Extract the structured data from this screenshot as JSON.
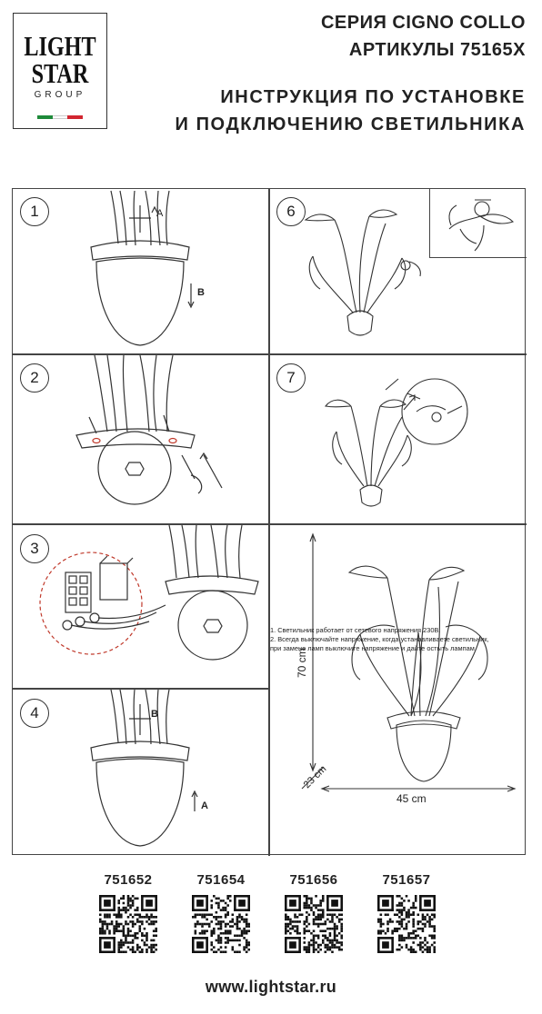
{
  "logo": {
    "line1": "LIGHT",
    "line2": "STAR",
    "group": "GROUP",
    "flag_colors": [
      "#1e8a3a",
      "#ffffff",
      "#d22630"
    ]
  },
  "header": {
    "series": "СЕРИЯ CIGNO COLLO",
    "articles": "АРТИКУЛЫ 75165X",
    "instruction_line1": "ИНСТРУКЦИЯ ПО УСТАНОВКЕ",
    "instruction_line2": "И ПОДКЛЮЧЕНИЮ СВЕТИЛЬНИКА"
  },
  "steps": [
    {
      "number": "1",
      "labels": [
        "A",
        "B"
      ]
    },
    {
      "number": "2",
      "labels": []
    },
    {
      "number": "3",
      "labels": []
    },
    {
      "number": "4",
      "labels": [
        "B",
        "A"
      ]
    },
    {
      "number": "6",
      "labels": []
    },
    {
      "number": "7",
      "labels": []
    }
  ],
  "dimensions": {
    "height": "70 cm",
    "depth": "23 cm",
    "width": "45 cm"
  },
  "notes": [
    "1. Светильник работает от сетевого напряжения 230В.",
    "2. Всегда выключайте напряжение, когда устанавливаете светильник,",
    "при замене ламп выключите напряжение и дайте остыть лампам."
  ],
  "articles": [
    {
      "code": "751652"
    },
    {
      "code": "751654"
    },
    {
      "code": "751656"
    },
    {
      "code": "751657"
    }
  ],
  "website": "www.lightstar.ru",
  "colors": {
    "line": "#333333",
    "accent_red": "#c0392b"
  }
}
